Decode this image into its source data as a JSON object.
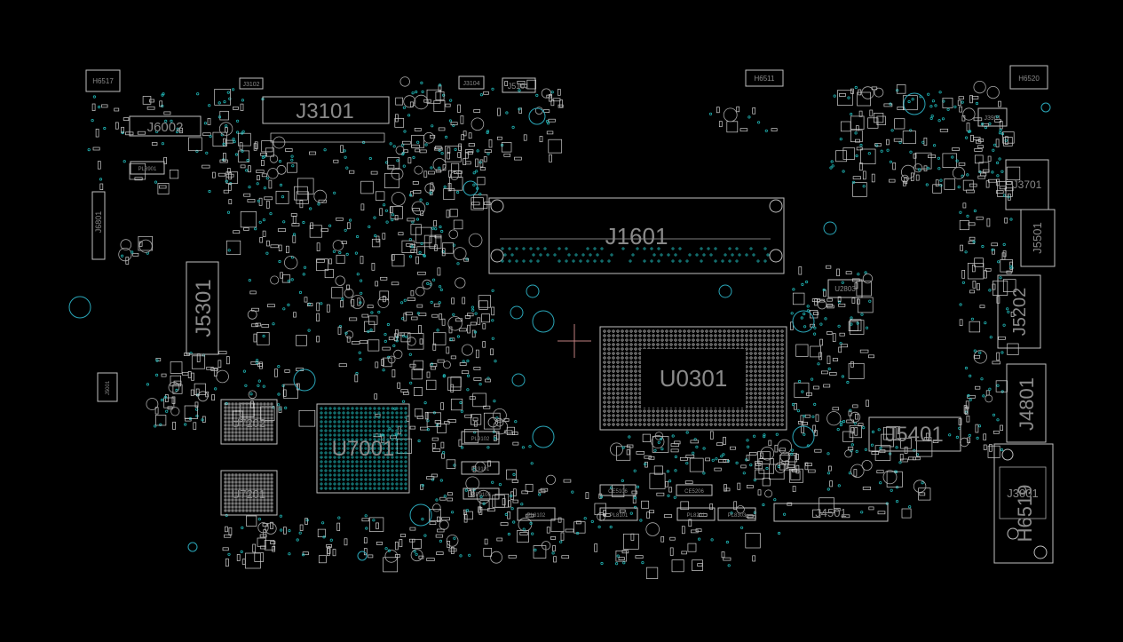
{
  "colors": {
    "background": "#000000",
    "outline": "#bfbfbf",
    "via": "#1fb3b3",
    "label": "#8a8a8a",
    "marker": "#c08080"
  },
  "labels": {
    "j3101": "J3101",
    "j1601": "J1601",
    "u0301": "U0301",
    "j5301": "J5301",
    "u7001": "U7001",
    "u7202": "U7202",
    "u7201": "U7201",
    "j5401": "J5401",
    "j4801": "J4801",
    "j5202": "J5202",
    "j3701": "J3701",
    "j5501": "J5501",
    "h6519": "H6519",
    "j3001": "J3001",
    "j4501": "J4501",
    "j6002": "J6002",
    "j6801": "J6801",
    "j5101": "J5101",
    "j3102": "J3102",
    "j3104": "J3104",
    "h6517": "H6517",
    "h6511": "H6511",
    "h6520": "H6520",
    "u2803": "U2803",
    "j3901": "J3901",
    "j5001": "J5001",
    "pl8901": "PL8901",
    "pl9102": "PL9102",
    "pl9101": "PL9101",
    "pl8102": "PL8102",
    "pl8101": "PL8101",
    "pl8201": "PL8201",
    "pl8303": "PL8303",
    "ce5106": "CE5106",
    "ce5206": "CE5206",
    "ce9106": "CE9106"
  }
}
